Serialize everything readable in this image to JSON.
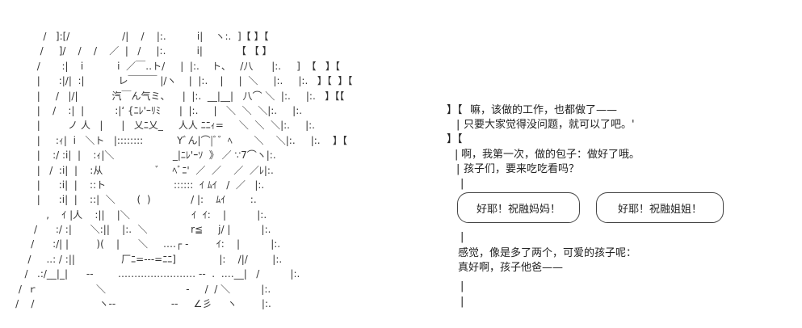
{
  "art_lines": [
    "              /   ]:[/                 /|    /    |:.          i|    ヽ:.  ]【 】【",
    "             /     ]/    /    /    ／  |   /     |:.          i|           【 【 】",
    "            /       :|    i           i  ／￣‥ト/     |  |:.    ト、   /八      |:.     ]  【   】【",
    "            |      :|/|  :|           レ￣￣￣ |/ヽ    |  |:.    |     |  ＼     |:.     |:.   】【  】【",
    "            |     /   |/|           汽￣ん气ミ、    |  |:.  __|__|   八⌒ ＼  |:.     |:.   】【【",
    "            |    /    :|  |          :|‘ {ﾆﾚ'ｰﾘﾐ      |  |:.     |   ＼  ＼  ＼|:.     |:.    ",
    "            |         ノ 人   |      |   乂ﾆ乂_     人人 ﾆﾆｨ=     ＼  ＼  ＼|:.     |:.    ",
    "            |     :ｨ|  i   ＼ト   |::::::::           Yﾞん|⌒|ﾞ゛ﾍ       ＼    ＼|:.     |:.    】【",
    "            |    :/ :i|  |    :ｨ|＼                   _|ﾆﾚ'ｰｿ  》 ／ ∵7⌒ヽ|:.",
    "            |   /  :i|  |    :从                 ﾞ    ﾍﾞﾆ'  ／  ／    ／  ／ﾚ|:.",
    "            |      :i|  |    ::ト                      ::::::  ｲ ﾑｲ   /  ／   |:.",
    "            |      :i|  |    ::|  ＼       (  )             / |:    ﾑｲ        :.",
    "               ,    ｲ |人    :||    |＼                    ｲ  ｲ:    |          |:.",
    "           /      :/ :|      ＼:||    |:.  ＼              r≦     j/ |          |:.",
    "          /      :/| |         )(    |      ＼     ‥‥┌ -         ｲ:    |          |:.",
    "         /     ..: / :||               厂ﾆ=‐‐‐=ﾆﾆ]              |:    /|/        |:.",
    "        /   .:/__|_|      ‐‐        ‥‥‥‥‥‥‥‥‥‥‥‥ ‐‐  .  ‥‥__|   /          |:.",
    "      /  ｒ                   ＼                          ‐     /  / ＼          |:.",
    "     /    /                     ヽ‐‐                  ‐‐     ∠彡     ヽ        |:."
  ],
  "dialogue": {
    "brackets_1": "】【",
    "line_1": "嘛，该做的工作，也都做了——",
    "line_2": "只要大家觉得没问题，就可以了吧。'",
    "brackets_2": "】【",
    "line_3": "啊，我第一次，做的包子：做好了哦。",
    "line_4": "孩子们，要来吃吃看吗？",
    "bubble_left": "好耶！祝融妈妈！",
    "bubble_right": "好耶！祝融姐姐！",
    "line_5": "感觉，像是多了两个，可爱的孩子呢：",
    "line_6": "真好啊，孩子他爸——"
  }
}
